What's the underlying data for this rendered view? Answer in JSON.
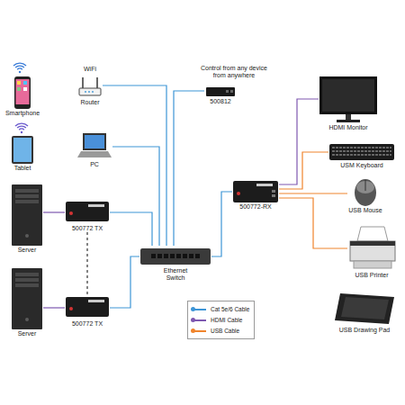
{
  "diagram": {
    "nodes": [
      {
        "text": [
          "Smartphone"
        ]
      },
      {
        "text": [
          "Router"
        ]
      },
      {
        "text": [
          "500812"
        ]
      },
      {
        "text": [
          "HDMI Monitor"
        ]
      },
      {
        "text": [
          "Tablet"
        ]
      },
      {
        "text": [
          "PC"
        ]
      },
      {
        "text": [
          "USM Keyboard"
        ]
      },
      {
        "text": [
          "Server"
        ]
      },
      {
        "text": [
          "500772 TX"
        ]
      },
      {
        "text": [
          "500772-RX"
        ]
      },
      {
        "text": [
          "USB Mouse"
        ]
      },
      {
        "text": [
          "Ethernet Switch"
        ]
      },
      {
        "text": [
          "USB Printer"
        ]
      },
      {
        "text": [
          "Server"
        ]
      },
      {
        "text": [
          "500772 TX"
        ]
      },
      {
        "text": [
          "USB Drawing Pad"
        ]
      }
    ],
    "edges": [
      {
        "from": 1,
        "to": 11,
        "arrow": "none"
      },
      {
        "from": 2,
        "to": 11,
        "arrow": "none"
      },
      {
        "from": 5,
        "to": 11,
        "arrow": "none"
      },
      {
        "from": 7,
        "to": 8,
        "arrow": "none"
      },
      {
        "from": 8,
        "to": 11,
        "arrow": "none"
      },
      {
        "from": 11,
        "to": 9,
        "arrow": "none"
      },
      {
        "from": 9,
        "to": 3,
        "arrow": "none"
      },
      {
        "from": 9,
        "to": 6,
        "arrow": "none"
      },
      {
        "from": 9,
        "to": 10,
        "arrow": "none"
      },
      {
        "from": 9,
        "to": 12,
        "arrow": "none"
      },
      {
        "from": 13,
        "to": 14,
        "arrow": "none"
      },
      {
        "from": 14,
        "to": 11,
        "arrow": "none"
      },
      {
        "from": 8,
        "to": 14,
        "arrow": "none"
      }
    ],
    "labels": [
      "WiFi",
      "Control from any device from anywhere"
    ],
    "legend": [
      {
        "text": "Cat 5e/6 Cable",
        "color": "#3d95d6"
      },
      {
        "text": "HDMI Cable",
        "color": "#7e57b0"
      },
      {
        "text": "USB Cable",
        "color": "#f0842c"
      }
    ]
  }
}
